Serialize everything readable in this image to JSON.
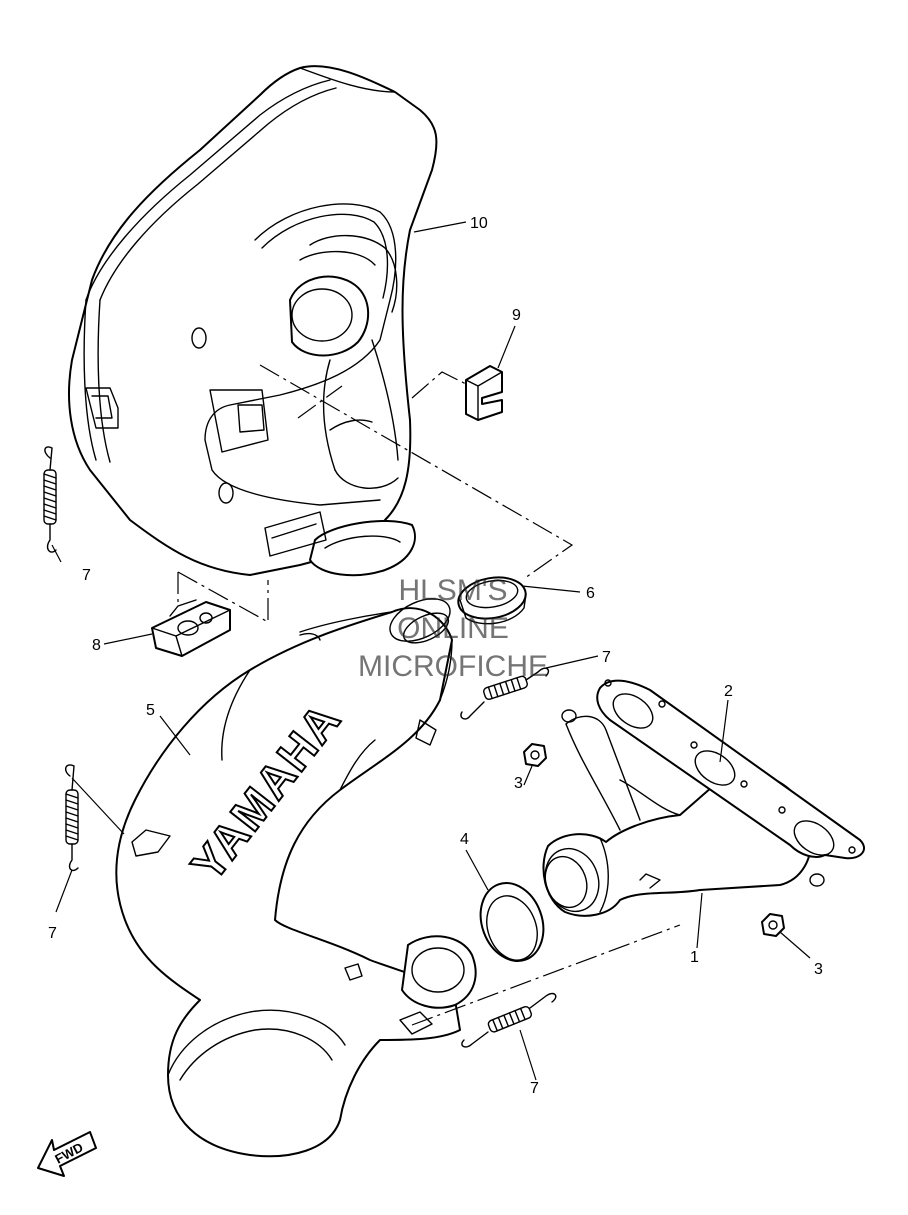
{
  "watermark": {
    "line1": "HLSM'S",
    "line2": "ONLINE",
    "line3": "MICROFICHE"
  },
  "brand_text": "YAMAHA",
  "fwd_label": "FWD",
  "callouts": {
    "c1": "1",
    "c2": "2",
    "c3a": "3",
    "c3b": "3",
    "c4": "4",
    "c5": "5",
    "c6": "6",
    "c7a": "7",
    "c7b": "7",
    "c7c": "7",
    "c7d": "7",
    "c8": "8",
    "c9": "9",
    "c10": "10"
  }
}
